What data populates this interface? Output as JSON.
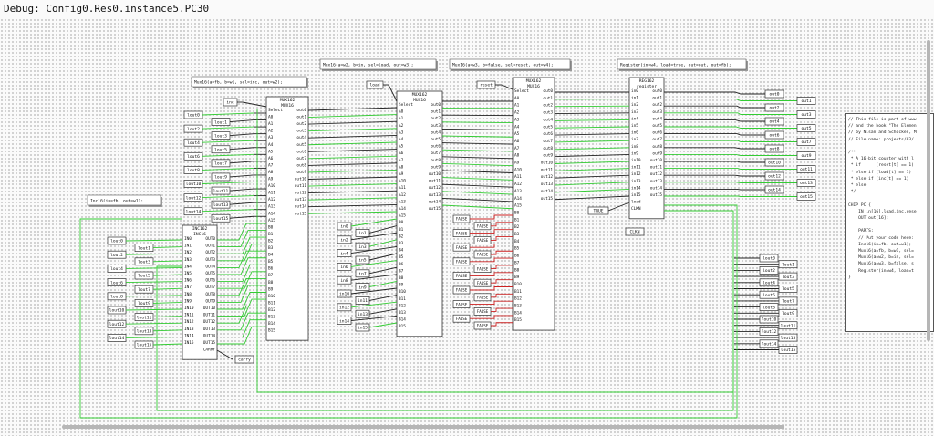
{
  "window_title": "Debug: Config0.Res0.instance5.PC30",
  "annotations": [
    "Mux16(a=fb, b=w1, sel=inc, out=w2);",
    "Mux16(a=w2, b=in, sel=load, out=w3);",
    "Mux16(a=w3, b=false, sel=reset, out=w4);",
    "Register(in=w4, load=true, out=out, out=fb);",
    "Inc16(in=fb, out=w1);"
  ],
  "mux_headers": {
    "mux1": "MUX162",
    "mux2": "MUX162",
    "mux3": "MUX162",
    "reg": "REG162",
    "inc": "INC162"
  },
  "mux_titles": {
    "mux": "MUX16",
    "reg": "register",
    "inc": "INC16"
  },
  "selects": {
    "mux1": "inc",
    "mux2": "load",
    "mux3": "reset"
  },
  "mux_left_labels": [
    "Select",
    "A0",
    "A1",
    "A2",
    "A3",
    "A4",
    "A5",
    "A6",
    "A7",
    "A8",
    "A9",
    "A10",
    "A11",
    "A12",
    "A13",
    "A14",
    "A15",
    "B0",
    "B1",
    "B2",
    "B3",
    "B4",
    "B5",
    "B6",
    "B7",
    "B8",
    "B9",
    "B10",
    "B11",
    "B12",
    "B13",
    "B14",
    "B15"
  ],
  "mux_right_labels": [
    "out0",
    "out1",
    "out2",
    "out3",
    "out4",
    "out5",
    "out6",
    "out7",
    "out8",
    "out9",
    "out10",
    "out11",
    "out12",
    "out13",
    "out14",
    "out15"
  ],
  "reg_left_labels": [
    "in0",
    "in1",
    "in2",
    "in3",
    "in4",
    "in5",
    "in6",
    "in7",
    "in8",
    "in9",
    "in10",
    "in11",
    "in12",
    "in13",
    "in14",
    "in15",
    "load",
    "CLKN"
  ],
  "reg_right_labels": [
    "out0",
    "out1",
    "out2",
    "out3",
    "out4",
    "out5",
    "out6",
    "out7",
    "out8",
    "out9",
    "out10",
    "out11",
    "out12",
    "out13",
    "out14",
    "out15"
  ],
  "inc_left_labels": [
    "IN0",
    "IN1",
    "IN2",
    "IN3",
    "IN4",
    "IN5",
    "IN6",
    "IN7",
    "IN8",
    "IN9",
    "IN10",
    "IN11",
    "IN12",
    "IN13",
    "IN14",
    "IN15"
  ],
  "inc_right_labels": [
    "OUT0",
    "OUT1",
    "OUT2",
    "OUT3",
    "OUT4",
    "OUT5",
    "OUT6",
    "OUT7",
    "OUT8",
    "OUT9",
    "OUT10",
    "OUT11",
    "OUT12",
    "OUT13",
    "OUT14",
    "OUT15",
    "CARRY"
  ],
  "const_false": "FALSE",
  "const_true": "TRUE",
  "clkn_label": "CLKN",
  "carry_label": "carry",
  "mux1_left_pins": [
    "lout0",
    "lout1",
    "lout2",
    "lout3",
    "lout4",
    "lout5",
    "lout6",
    "lout7",
    "lout8",
    "lout9",
    "lout10",
    "lout11",
    "lout12",
    "lout13",
    "lout14",
    "lout15"
  ],
  "inc_pins": [
    "lout0",
    "lout1",
    "lout2",
    "lout3",
    "lout4",
    "lout5",
    "lout6",
    "lout7",
    "lout8",
    "lout9",
    "lout10",
    "lout11",
    "lout12",
    "lout13",
    "lout14",
    "lout15"
  ],
  "mux2_in_pins": [
    "in0",
    "in1",
    "in2",
    "in3",
    "in4",
    "in5",
    "in6",
    "in7",
    "in8",
    "in9",
    "in10",
    "in11",
    "in12",
    "in13",
    "in14",
    "in15"
  ],
  "out_pins_top": [
    "out0",
    "out1",
    "out2",
    "out3",
    "out4",
    "out5",
    "out6",
    "out7",
    "out8",
    "out9",
    "out10",
    "out11",
    "out12",
    "out13",
    "out14",
    "out15"
  ],
  "lout_pins_right": [
    "lout0",
    "lout1",
    "lout2",
    "lout3",
    "lout4",
    "lout5",
    "lout6",
    "lout7",
    "lout8",
    "lout9",
    "lout10",
    "lout11",
    "lout12",
    "lout13",
    "lout14",
    "lout15"
  ],
  "code_lines": [
    "// This file is part of www",
    "// and the book \"The Elemen",
    "// by Nisan and Schocken, M",
    "// File name: projects/03/",
    "",
    "/**",
    " * A 16-bit counter with l",
    " * if      (reset[t] == 1)",
    " * else if (load[t] == 1)",
    " * else if (inc[t] == 1)",
    " * else",
    " */",
    "",
    "CHIP PC {",
    "    IN in[16],load,inc,rese",
    "    OUT out[16];",
    "",
    "    PARTS:",
    "    // Put your code here:",
    "    Inc16(in=fb, out=w1);",
    "    Mux16(a=fb, b=w1, sel=",
    "    Mux16(a=w2, b=in, sel=",
    "    Mux16(a=w3, b=false, s",
    "    Register(in=w4, load=t",
    "}"
  ]
}
